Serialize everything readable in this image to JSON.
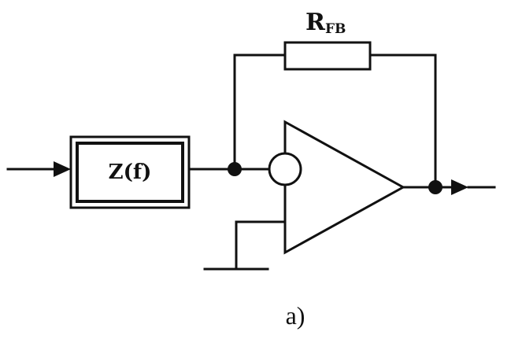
{
  "diagram": {
    "block_label": "Z(f)",
    "feedback_resistor": {
      "main": "R",
      "subscript": "FB"
    },
    "caption": "a)"
  }
}
